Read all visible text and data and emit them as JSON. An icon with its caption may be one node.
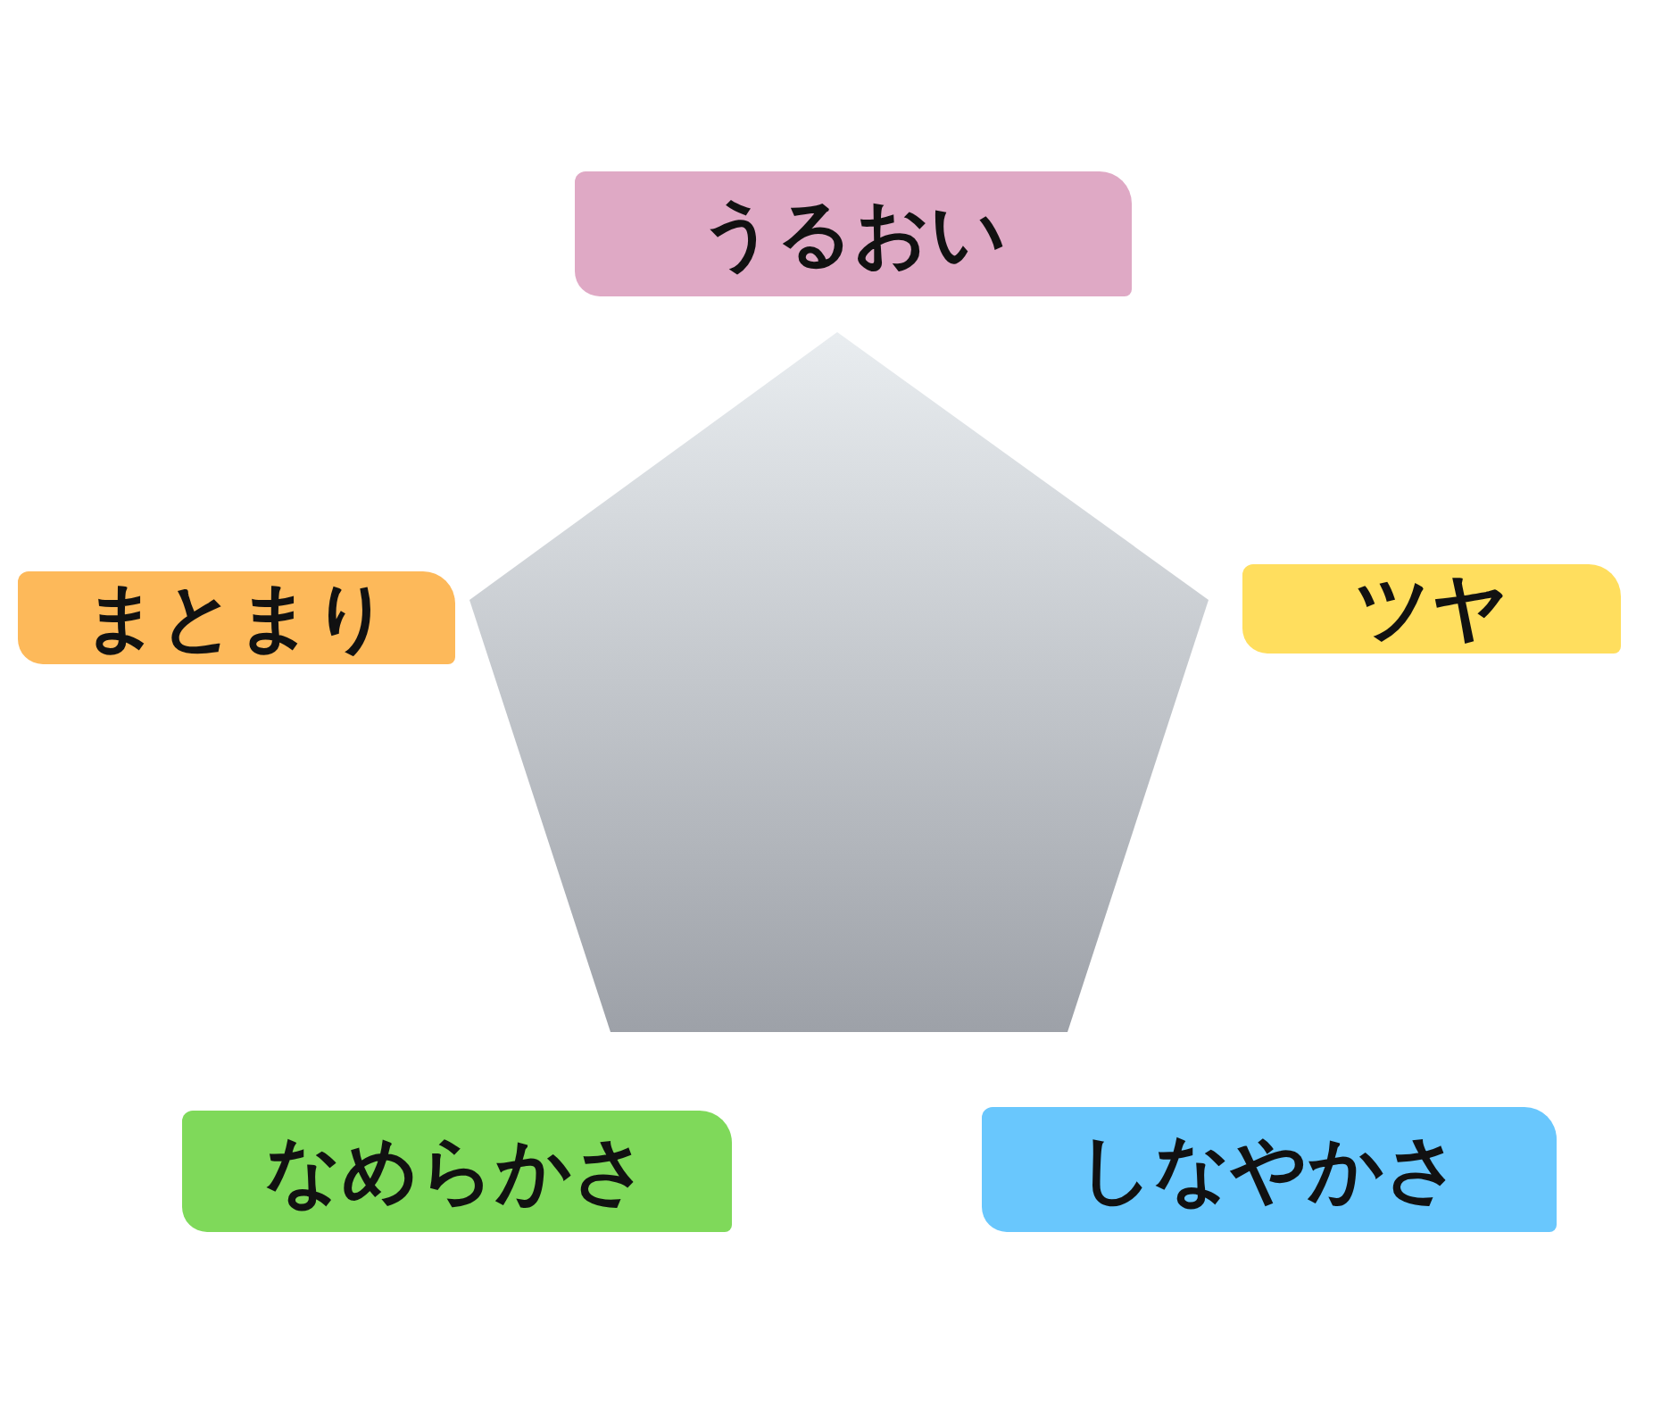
{
  "diagram": {
    "nodes": [
      {
        "text": [
          "うるおい"
        ]
      },
      {
        "text": [],
        "shape": "pentagon"
      },
      {
        "text": [
          "まとまり"
        ]
      },
      {
        "text": [
          "ツヤ"
        ]
      },
      {
        "text": [
          "なめらかさ"
        ]
      },
      {
        "text": [
          "しなやかさ"
        ]
      }
    ]
  }
}
